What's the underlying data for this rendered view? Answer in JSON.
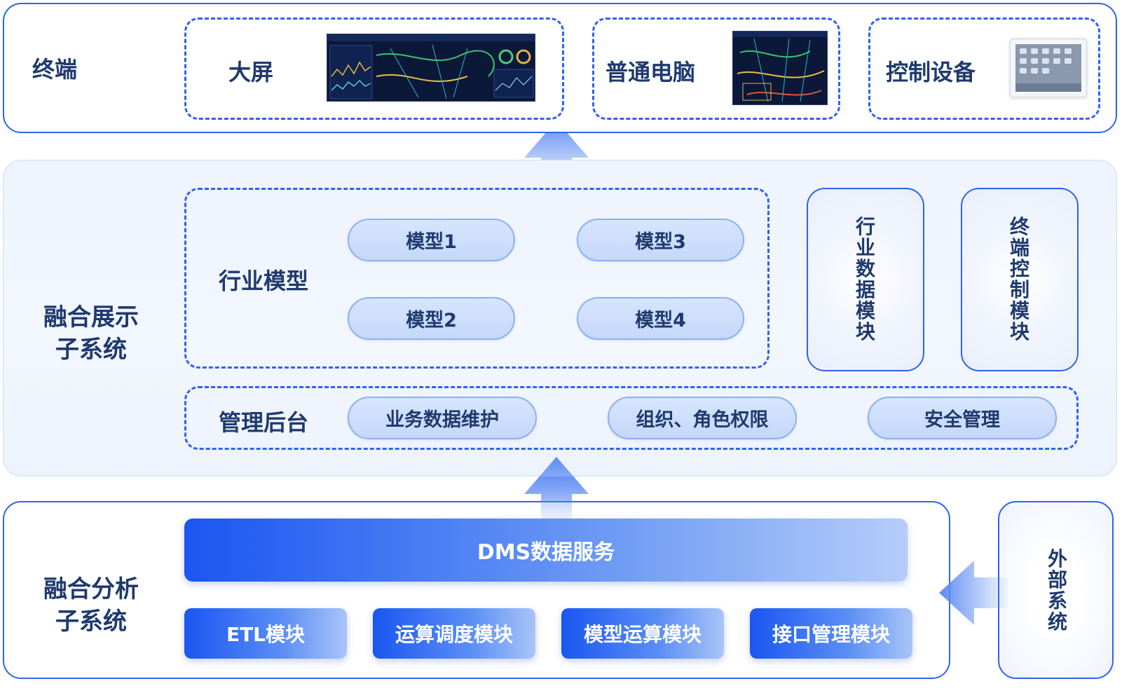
{
  "terminal": {
    "title": "终端",
    "big_screen": "大屏",
    "pc": "普通电脑",
    "control": "控制设备"
  },
  "fusion_display": {
    "title_line1": "融合展示",
    "title_line2": "子系统",
    "industry_model": "行业模型",
    "models": [
      "模型1",
      "模型2",
      "模型3",
      "模型4"
    ],
    "industry_data_module": "行业数据模块",
    "terminal_control_module": "终端控制模块",
    "admin_backend": "管理后台",
    "admin_items": [
      "业务数据维护",
      "组织、角色权限",
      "安全管理"
    ]
  },
  "fusion_analysis": {
    "title_line1": "融合分析",
    "title_line2": "子系统",
    "dms": "DMS数据服务",
    "modules": [
      "ETL模块",
      "运算调度模块",
      "模型运算模块",
      "接口管理模块"
    ]
  },
  "external": {
    "label": "外部系统"
  },
  "colors": {
    "accent": "#2f62f0",
    "text": "#1f3a6e",
    "pill": "#c9dafc",
    "arrow": "#7ea3f5"
  }
}
